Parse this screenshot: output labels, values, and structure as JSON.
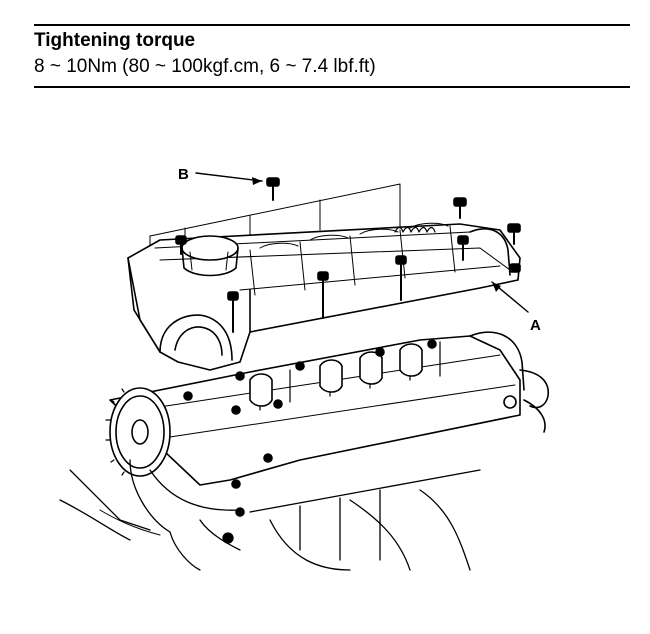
{
  "spec": {
    "title": "Tightening torque",
    "value": "8 ~ 10Nm (80 ~ 100kgf.cm, 6 ~ 7.4 lbf.ft)"
  },
  "figure": {
    "callouts": [
      {
        "id": "B",
        "label": "B"
      },
      {
        "id": "A",
        "label": "A"
      }
    ]
  }
}
